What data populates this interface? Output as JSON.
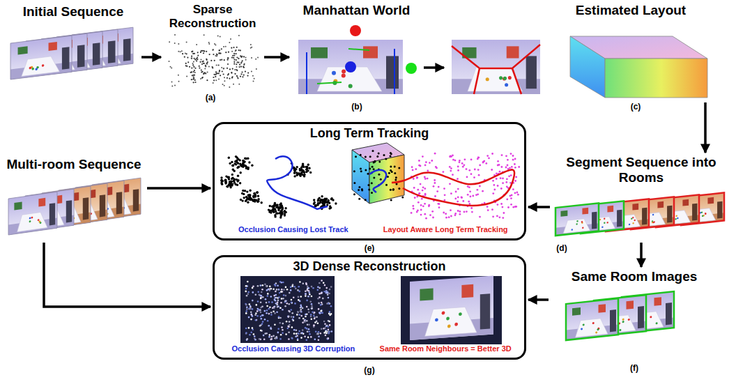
{
  "diagram": {
    "nodes": [
      {
        "text": [
          "Initial Sequence"
        ]
      },
      {
        "text": [
          "Sparse Reconstruction"
        ]
      },
      {
        "text": [
          "Manhattan World"
        ]
      },
      {
        "text": [
          "Estimated Layout"
        ]
      },
      {
        "text": [
          "Multi-room Sequence"
        ]
      },
      {
        "text": [
          "Long Term Tracking",
          "Occlusion Causing Lost Track",
          "Layout Aware Long Term Tracking"
        ]
      },
      {
        "text": [
          "Segment Sequence into Rooms"
        ]
      },
      {
        "text": [
          "3D Dense Reconstruction",
          "Occlusion Causing 3D Corruption",
          "Same Room Neighbours = Better 3D"
        ]
      },
      {
        "text": [
          "Same Room Images"
        ]
      }
    ],
    "edges": [
      {
        "from": 0,
        "to": 1,
        "arrow": "to"
      },
      {
        "from": 1,
        "to": 2,
        "arrow": "to"
      },
      {
        "from": 2,
        "to": 3,
        "arrow": "to"
      },
      {
        "from": 3,
        "to": 6,
        "arrow": "to"
      },
      {
        "from": 6,
        "to": 5,
        "arrow": "to"
      },
      {
        "from": 4,
        "to": 5,
        "arrow": "to"
      },
      {
        "from": 6,
        "to": 8,
        "arrow": "to"
      },
      {
        "from": 8,
        "to": 7,
        "arrow": "to"
      },
      {
        "from": 4,
        "to": 7,
        "arrow": "to"
      }
    ],
    "labels": [
      "(a)",
      "(b)",
      "(c)",
      "(d)",
      "(e)",
      "(f)",
      "(g)"
    ]
  }
}
